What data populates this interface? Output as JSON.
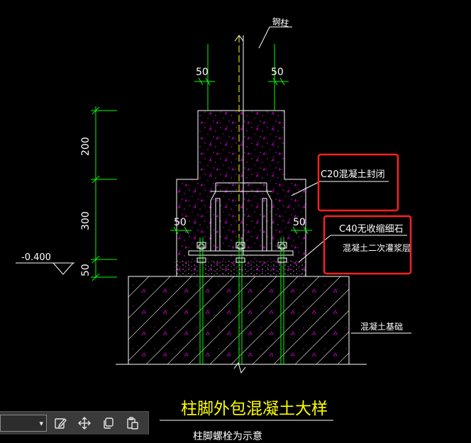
{
  "drawing": {
    "title": "柱脚外包混凝土大样",
    "subtitle": "柱脚螺栓为示意",
    "labels": {
      "steel_column": "钢柱",
      "c20_seal": "C20混凝土封闭",
      "c40_line1": "C40无收缩细石",
      "c40_line2": "混凝土二次灌浆层",
      "foundation": "混凝土基础",
      "elevation": "-0.400"
    },
    "dimensions": {
      "top_left_50": "50",
      "top_right_50": "50",
      "mid_left_50": "50",
      "mid_right_50": "50",
      "v_200": "200",
      "v_300": "300",
      "v_50": "50"
    },
    "colors": {
      "background": "#000000",
      "dimension": "#00ff00",
      "concrete": "#ff00ff",
      "text": "#ffffff",
      "title": "#ffff00",
      "axis": "#ffff00",
      "highlight": "#ff2020"
    }
  },
  "toolbar": {
    "select_arrow": "▾",
    "icons": [
      "edit-icon",
      "move-icon",
      "copy-icon",
      "paste-icon"
    ]
  }
}
